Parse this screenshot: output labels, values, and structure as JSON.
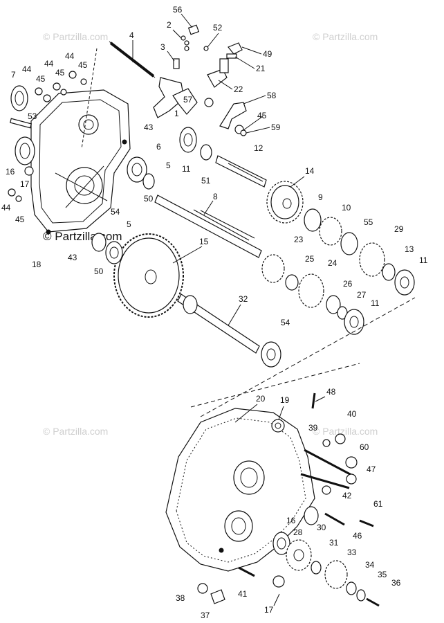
{
  "watermarks": {
    "brand": "© Partzilla.com",
    "brand_dark": "© Partzilla.com"
  },
  "callouts": [
    {
      "id": "c56",
      "label": "56"
    },
    {
      "id": "c2",
      "label": "2"
    },
    {
      "id": "c4",
      "label": "4"
    },
    {
      "id": "c52",
      "label": "52"
    },
    {
      "id": "c3",
      "label": "3"
    },
    {
      "id": "c49",
      "label": "49"
    },
    {
      "id": "c21",
      "label": "21"
    },
    {
      "id": "c44a",
      "label": "44"
    },
    {
      "id": "c44b",
      "label": "44"
    },
    {
      "id": "c7",
      "label": "7"
    },
    {
      "id": "c44c",
      "label": "44"
    },
    {
      "id": "c45a",
      "label": "45"
    },
    {
      "id": "c45b",
      "label": "45"
    },
    {
      "id": "c45c",
      "label": "45"
    },
    {
      "id": "c22",
      "label": "22"
    },
    {
      "id": "c57",
      "label": "57"
    },
    {
      "id": "c58",
      "label": "58"
    },
    {
      "id": "c1",
      "label": "1"
    },
    {
      "id": "c45d",
      "label": "45"
    },
    {
      "id": "c59",
      "label": "59"
    },
    {
      "id": "c53",
      "label": "53"
    },
    {
      "id": "c43a",
      "label": "43"
    },
    {
      "id": "c12",
      "label": "12"
    },
    {
      "id": "c6",
      "label": "6"
    },
    {
      "id": "c11a",
      "label": "11"
    },
    {
      "id": "c51",
      "label": "51"
    },
    {
      "id": "c5a",
      "label": "5"
    },
    {
      "id": "c14",
      "label": "14"
    },
    {
      "id": "c16a",
      "label": "16"
    },
    {
      "id": "c17a",
      "label": "17"
    },
    {
      "id": "c50a",
      "label": "50"
    },
    {
      "id": "c8",
      "label": "8"
    },
    {
      "id": "c9",
      "label": "9"
    },
    {
      "id": "c44d",
      "label": "44"
    },
    {
      "id": "c54a",
      "label": "54"
    },
    {
      "id": "c10",
      "label": "10"
    },
    {
      "id": "c45e",
      "label": "45"
    },
    {
      "id": "c55",
      "label": "55"
    },
    {
      "id": "c5b",
      "label": "5"
    },
    {
      "id": "c29",
      "label": "29"
    },
    {
      "id": "c15",
      "label": "15"
    },
    {
      "id": "c23",
      "label": "23"
    },
    {
      "id": "c13",
      "label": "13"
    },
    {
      "id": "c18",
      "label": "18"
    },
    {
      "id": "c43b",
      "label": "43"
    },
    {
      "id": "c50b",
      "label": "50"
    },
    {
      "id": "c25",
      "label": "25"
    },
    {
      "id": "c24",
      "label": "24"
    },
    {
      "id": "c11b",
      "label": "11"
    },
    {
      "id": "c32",
      "label": "32"
    },
    {
      "id": "c26",
      "label": "26"
    },
    {
      "id": "c27",
      "label": "27"
    },
    {
      "id": "c11c",
      "label": "11"
    },
    {
      "id": "c54b",
      "label": "54"
    },
    {
      "id": "c48",
      "label": "48"
    },
    {
      "id": "c20",
      "label": "20"
    },
    {
      "id": "c19",
      "label": "19"
    },
    {
      "id": "c40",
      "label": "40"
    },
    {
      "id": "c39",
      "label": "39"
    },
    {
      "id": "c60",
      "label": "60"
    },
    {
      "id": "c47",
      "label": "47"
    },
    {
      "id": "c42",
      "label": "42"
    },
    {
      "id": "c61",
      "label": "61"
    },
    {
      "id": "c16b",
      "label": "16"
    },
    {
      "id": "c30",
      "label": "30"
    },
    {
      "id": "c46",
      "label": "46"
    },
    {
      "id": "c28",
      "label": "28"
    },
    {
      "id": "c31",
      "label": "31"
    },
    {
      "id": "c33",
      "label": "33"
    },
    {
      "id": "c34",
      "label": "34"
    },
    {
      "id": "c35",
      "label": "35"
    },
    {
      "id": "c36",
      "label": "36"
    },
    {
      "id": "c38",
      "label": "38"
    },
    {
      "id": "c41",
      "label": "41"
    },
    {
      "id": "c17b",
      "label": "17"
    },
    {
      "id": "c37",
      "label": "37"
    }
  ]
}
